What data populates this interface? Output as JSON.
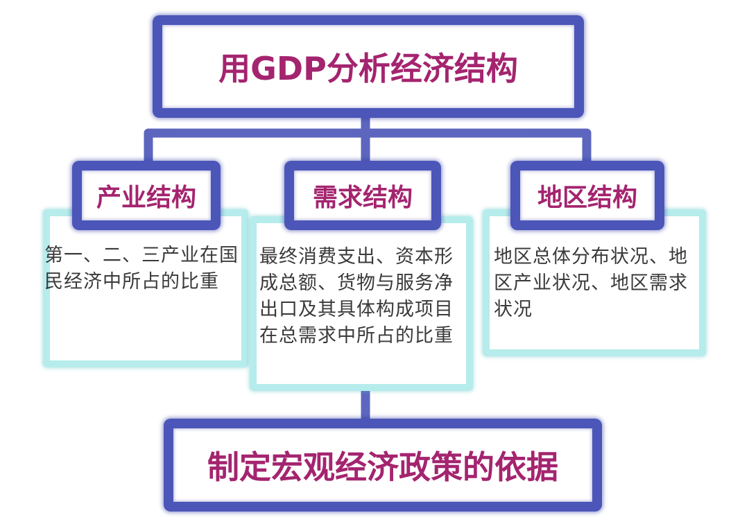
{
  "title": "用GDP分析经济结构",
  "categories": [
    {
      "label": "产业结构",
      "description": "第一、二、三产业在国民经济中所占的比重"
    },
    {
      "label": "需求结构",
      "description": "最终消费支出、资本形成总额、货物与服务净出口及其具体构成项目在总需求中所占的比重"
    },
    {
      "label": "地区结构",
      "description": "地区总体分布状况、地区产业状况、地区需求状况"
    }
  ],
  "conclusion": "制定宏观经济政策的依据",
  "colors": {
    "frame": "#4b56b8",
    "text": "#a4246f",
    "light_frame": "#b6ecec",
    "body_text": "#3a3a3a"
  }
}
